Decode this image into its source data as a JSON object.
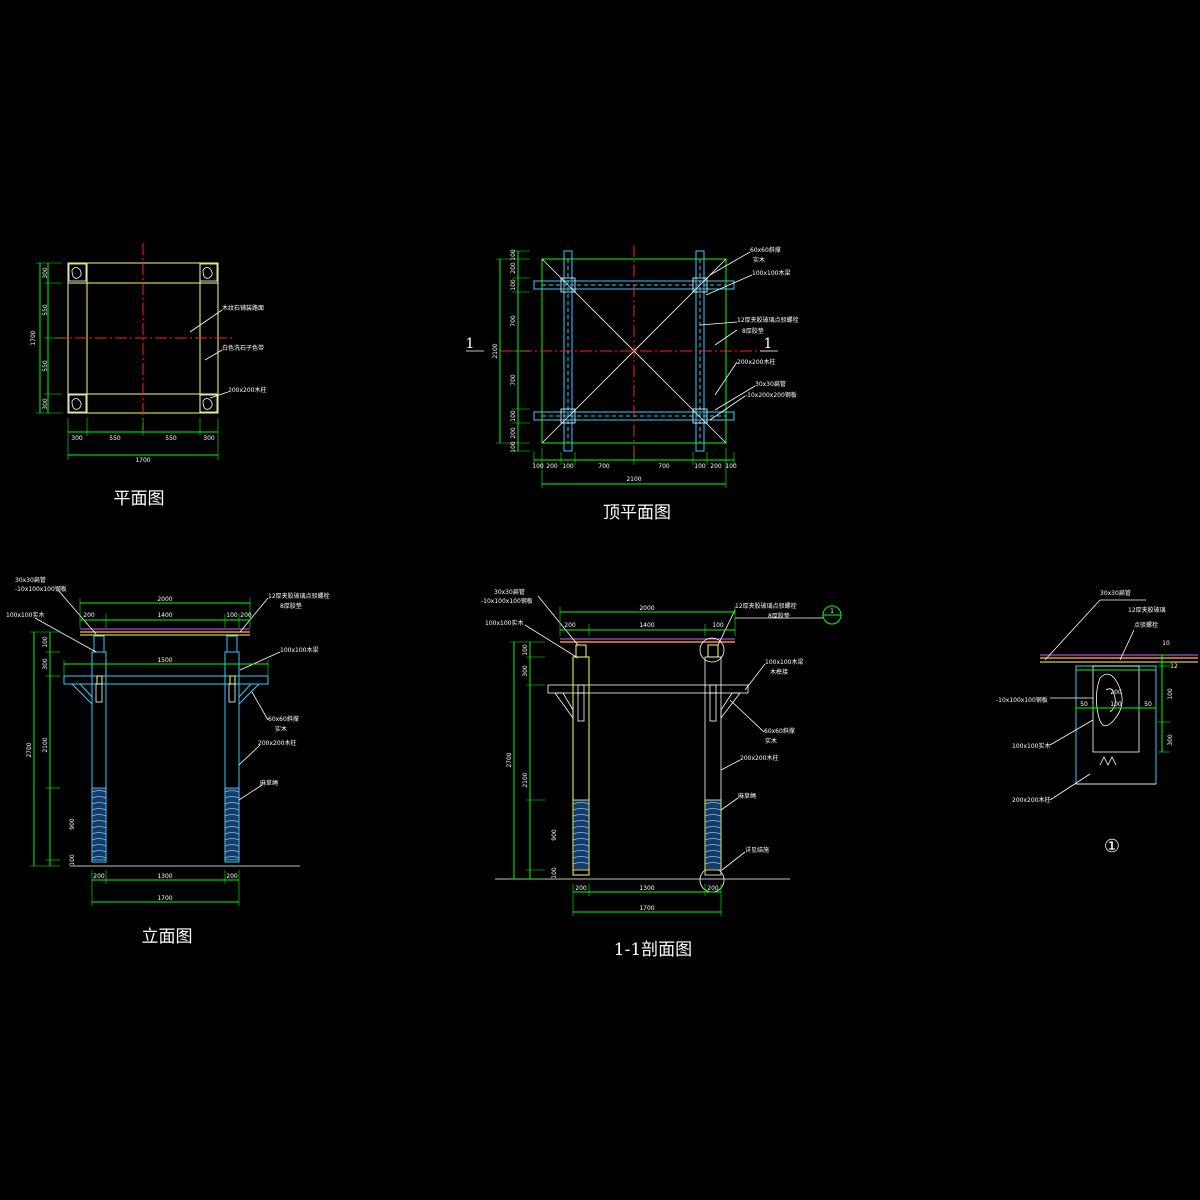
{
  "views": {
    "plan": {
      "title": "平面图",
      "callouts": [
        "木纹石铺装路面",
        "白色洗石子色带",
        "200x200木柱"
      ],
      "dims_h": [
        "300",
        "550",
        "550",
        "300"
      ],
      "dim_total_h": "1700",
      "dims_v": [
        "300",
        "550",
        "550",
        "300"
      ],
      "dim_total_v": "1700"
    },
    "roof_plan": {
      "title": "顶平面图",
      "callouts": [
        "60x60斜撑",
        "实木",
        "100x100木梁",
        "12厚夹胶玻璃点驳螺栓",
        "8厚胶垫",
        "200x200木柱",
        "30x30扁管",
        "-10x200x200钢板"
      ],
      "dims_h": [
        "100",
        "200",
        "100",
        "700",
        "700",
        "100",
        "200",
        "100"
      ],
      "dim_total_h": "2100",
      "dims_v": [
        "100",
        "200",
        "100",
        "700",
        "700",
        "100",
        "200",
        "100"
      ],
      "dim_total_v": "2100",
      "section_mark": "1"
    },
    "elevation": {
      "title": "立面图",
      "callouts_left": [
        "30x30扁管",
        "-10x100x100钢板",
        "100x100实木"
      ],
      "callouts_right": [
        "12厚夹胶玻璃点驳螺栓",
        "8厚胶垫",
        "100x100木梁",
        "60x60斜撑",
        "实木",
        "200x200木柱",
        "麻草绳"
      ],
      "dims_top": [
        "200",
        "1400",
        "100",
        "200"
      ],
      "dim_top_total": "2000",
      "dim_beam": "1500",
      "dims_bottom": [
        "200",
        "1300",
        "200"
      ],
      "dim_bottom_total": "1700",
      "dims_v": [
        "100",
        "300",
        "2100",
        "900",
        "100"
      ],
      "dim_v_total": "2700"
    },
    "section": {
      "title": "1-1剖面图",
      "callouts_left": [
        "30x30扁管",
        "-10x100x100钢板",
        "100x100实木"
      ],
      "callouts_right": [
        "12厚夹胶玻璃点驳螺栓",
        "8厚胶垫",
        "100x100木梁",
        "木榫接",
        "60x60斜撑",
        "实木",
        "200x200木柱",
        "麻草绳",
        "详见结施"
      ],
      "dims_top": [
        "200",
        "1400",
        "100"
      ],
      "dim_top_total": "2000",
      "dims_bottom": [
        "200",
        "1300",
        "200"
      ],
      "dim_bottom_total": "1700",
      "dims_v": [
        "100",
        "300",
        "2100",
        "900",
        "100"
      ],
      "dim_v_total": "2700",
      "detail_bubble": "1"
    },
    "detail": {
      "bubble": "①",
      "callouts": [
        "30x30扁管",
        "12厚夹胶玻璃",
        "点驳螺栓",
        "-10x100x100钢板",
        "100x100实木",
        "200x200木柱"
      ],
      "dims_h": [
        "50",
        "100",
        "50"
      ],
      "dim_h_top": "200",
      "dims_v": [
        "10",
        "12",
        "100"
      ],
      "dim_v2": "300"
    }
  }
}
